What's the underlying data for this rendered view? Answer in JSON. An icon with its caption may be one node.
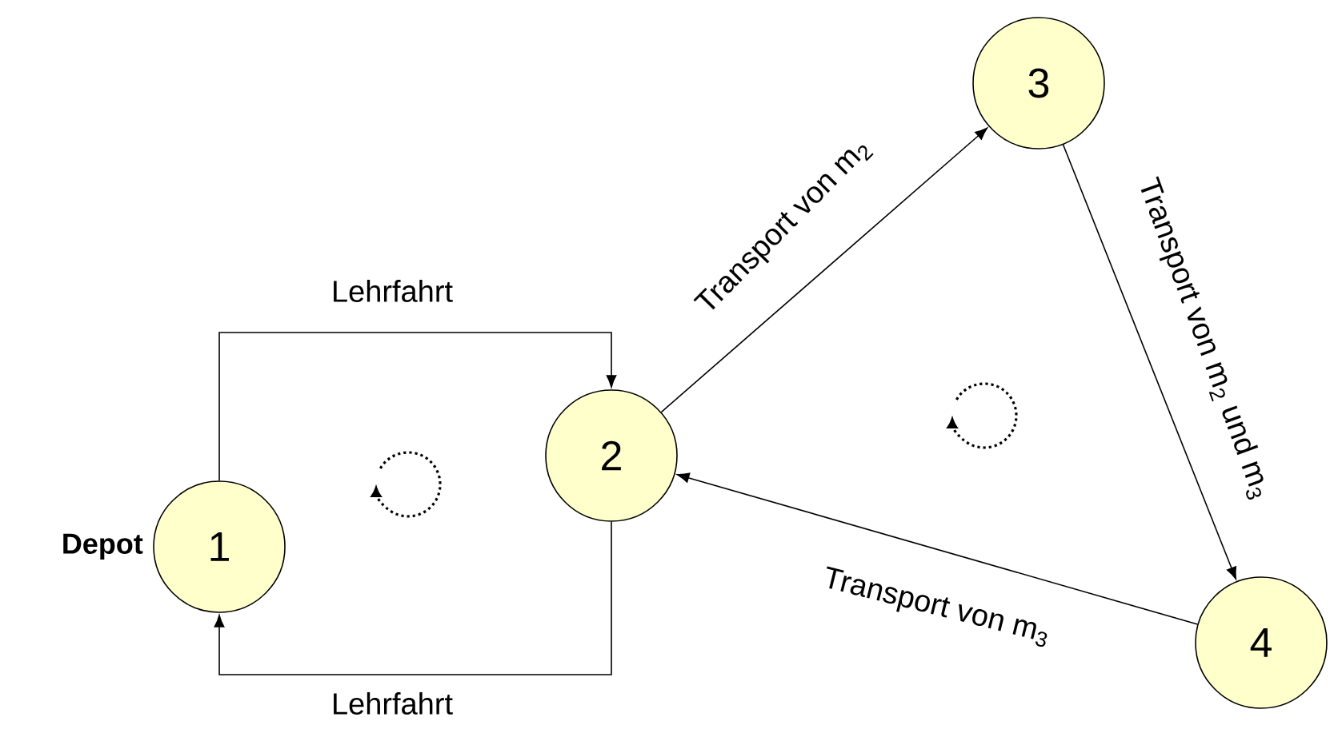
{
  "diagram": {
    "nodes": [
      {
        "text": [
          "1"
        ],
        "beside": [
          "Depot"
        ]
      },
      {
        "text": [
          "2"
        ]
      },
      {
        "text": [
          "3"
        ]
      },
      {
        "text": [
          "4"
        ]
      }
    ],
    "edges": [
      {
        "from": 0,
        "to": 1,
        "arrow": "to",
        "label": "Lehrfahrt"
      },
      {
        "from": 1,
        "to": 0,
        "arrow": "to",
        "label": "Lehrfahrt"
      },
      {
        "from": 1,
        "to": 2,
        "arrow": "to",
        "label": "Transport von m$_{2}$"
      },
      {
        "from": 2,
        "to": 3,
        "arrow": "to",
        "label": "Transport von m$_{2}$ und m$_{3}$"
      },
      {
        "from": 3,
        "to": 1,
        "arrow": "to",
        "label": "Transport von m$_{3}$"
      }
    ]
  }
}
